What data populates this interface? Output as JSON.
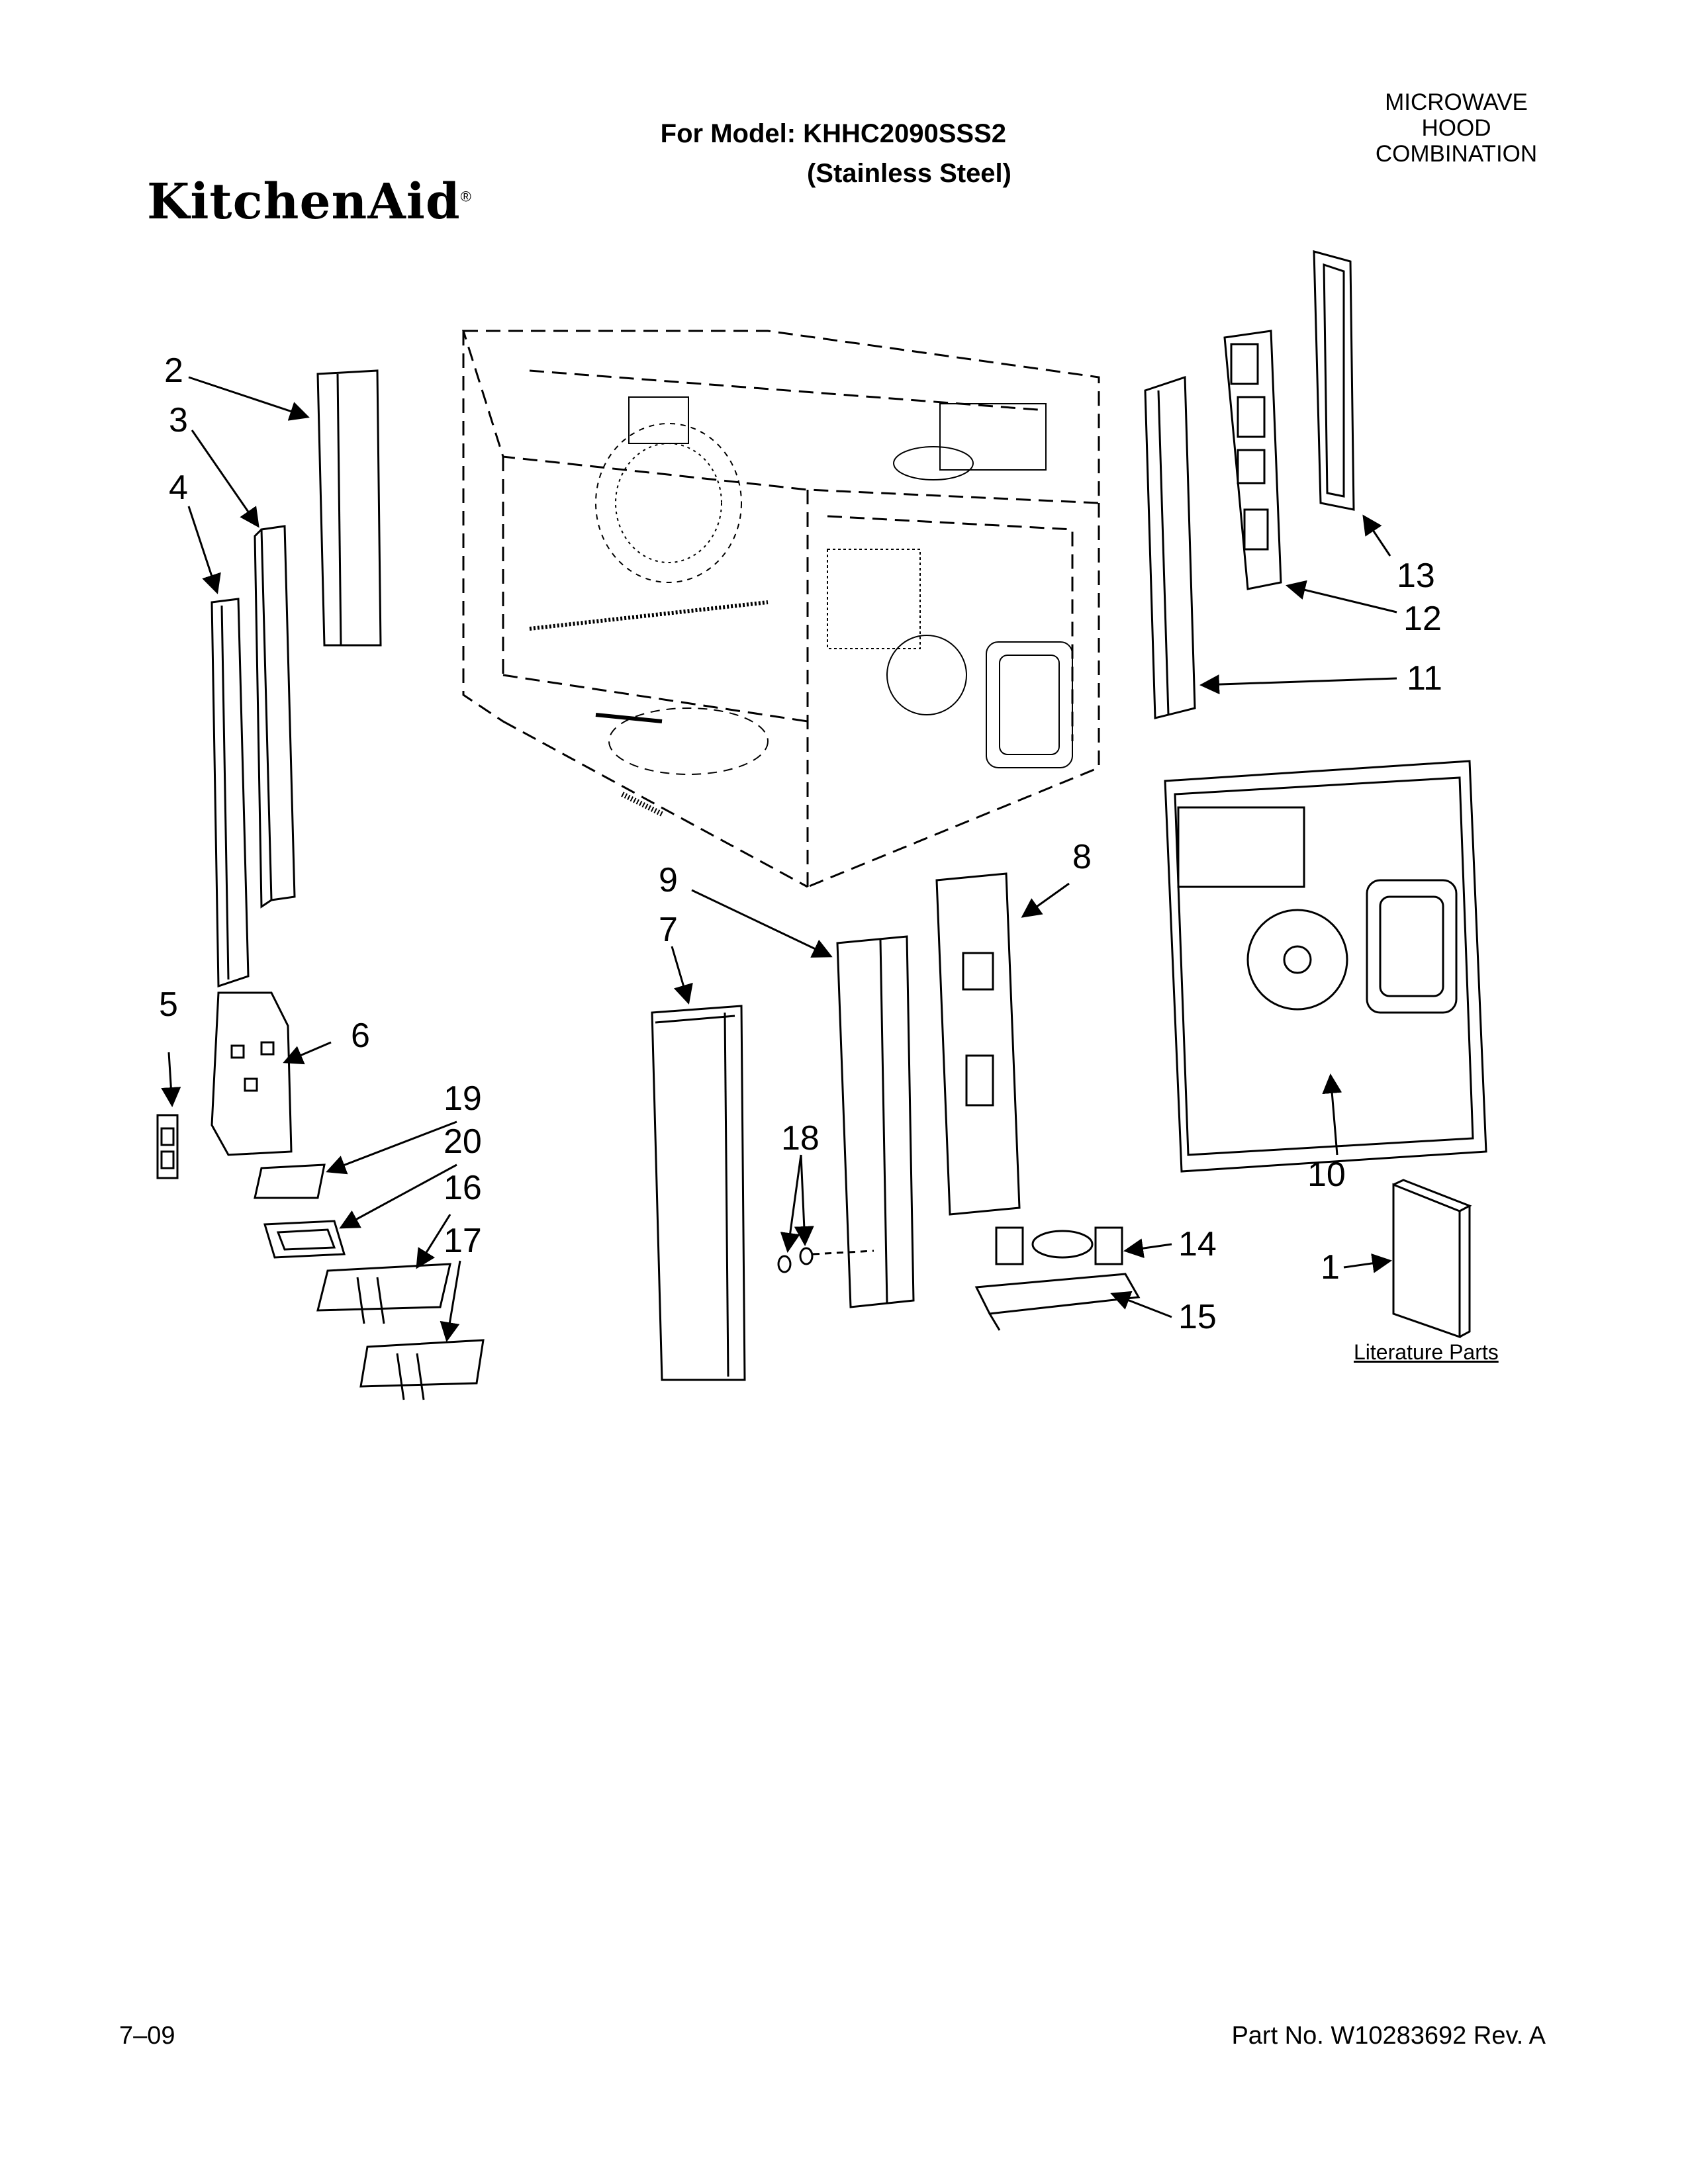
{
  "header": {
    "model_line": "For Model: KHHC2090SSS2",
    "finish_line": "(Stainless Steel)",
    "category_lines": [
      "MICROWAVE",
      "HOOD",
      "COMBINATION"
    ],
    "brand": "KitchenAid",
    "brand_mark": "®"
  },
  "callouts": [
    "2",
    "3",
    "4",
    "13",
    "12",
    "11",
    "9",
    "8",
    "7",
    "5",
    "6",
    "19",
    "20",
    "16",
    "17",
    "18",
    "14",
    "15",
    "10",
    "1"
  ],
  "literature_label": "Literature Parts",
  "footer": {
    "date": "7–09",
    "part_number": "Part No. W10283692 Rev. A"
  }
}
